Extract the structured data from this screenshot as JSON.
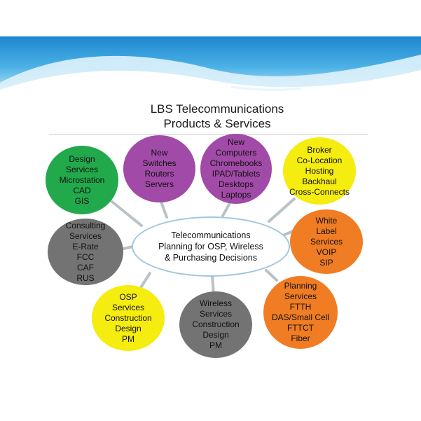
{
  "title": {
    "line1": "LBS Telecommunications",
    "line2": "Products & Services"
  },
  "center": {
    "lines": [
      "Telecommunications",
      "Planning for OSP, Wireless",
      "& Purchasing Decisions"
    ]
  },
  "colors": {
    "green": "#22a94b",
    "purple": "#a24aa8",
    "yellow": "#f5ec10",
    "orange": "#f07c23",
    "gray": "#737373",
    "sky": "#3aa3dd",
    "center_border": "#9fc6dd"
  },
  "bubbles": {
    "design": {
      "lines": [
        "Design",
        "Services",
        "Microstation",
        "CAD",
        "GIS"
      ]
    },
    "switches": {
      "lines": [
        "New",
        "Switches",
        "Routers",
        "Servers"
      ]
    },
    "computers": {
      "lines": [
        "New",
        "Computers",
        "Chromebooks",
        "IPAD/Tablets",
        "Desktops",
        "Laptops"
      ]
    },
    "broker": {
      "lines": [
        "Broker",
        "Co-Location",
        "Hosting",
        "Backhaul",
        "Cross-Connects"
      ]
    },
    "consulting": {
      "lines": [
        "Consulting",
        "Services",
        "E-Rate",
        "FCC",
        "CAF",
        "RUS"
      ]
    },
    "white_label": {
      "lines": [
        "White",
        "Label",
        "Services",
        "VOIP",
        "SIP"
      ]
    },
    "osp": {
      "lines": [
        "OSP",
        "Services",
        "Construction",
        "Design",
        "PM"
      ]
    },
    "wireless": {
      "lines": [
        "Wireless",
        "Services",
        "Construction",
        "Design",
        "PM"
      ]
    },
    "planning": {
      "lines": [
        "Planning",
        "Services",
        "FTTH",
        "DAS/Small Cell",
        "FTTCT",
        "Fiber"
      ]
    }
  }
}
